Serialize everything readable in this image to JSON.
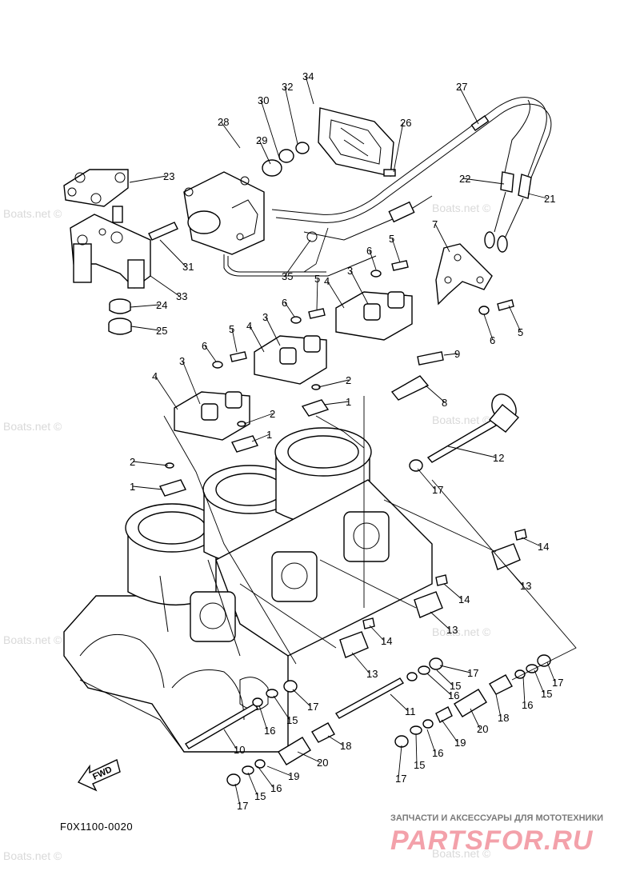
{
  "diagram": {
    "code": "F0X1100-0020",
    "fwd_label": "FWD",
    "watermark": "Boats.net ©",
    "brand_tagline": "ЗАПЧАСТИ И АКСЕССУАРЫ ДЛЯ МОТОТЕХНИКИ",
    "brand_logo": "PARTSFOR.RU",
    "callouts": [
      "1",
      "2",
      "3",
      "4",
      "5",
      "6",
      "8",
      "9",
      "10",
      "11",
      "12",
      "13",
      "14",
      "15",
      "16",
      "17",
      "18",
      "19",
      "20",
      "21",
      "22",
      "23",
      "24",
      "25",
      "26",
      "27",
      "28",
      "29",
      "30",
      "31",
      "32",
      "33",
      "34",
      "35"
    ]
  },
  "colors": {
    "line": "#000000",
    "watermark": "#d9d9d9",
    "brand": "#f3a1aa"
  }
}
